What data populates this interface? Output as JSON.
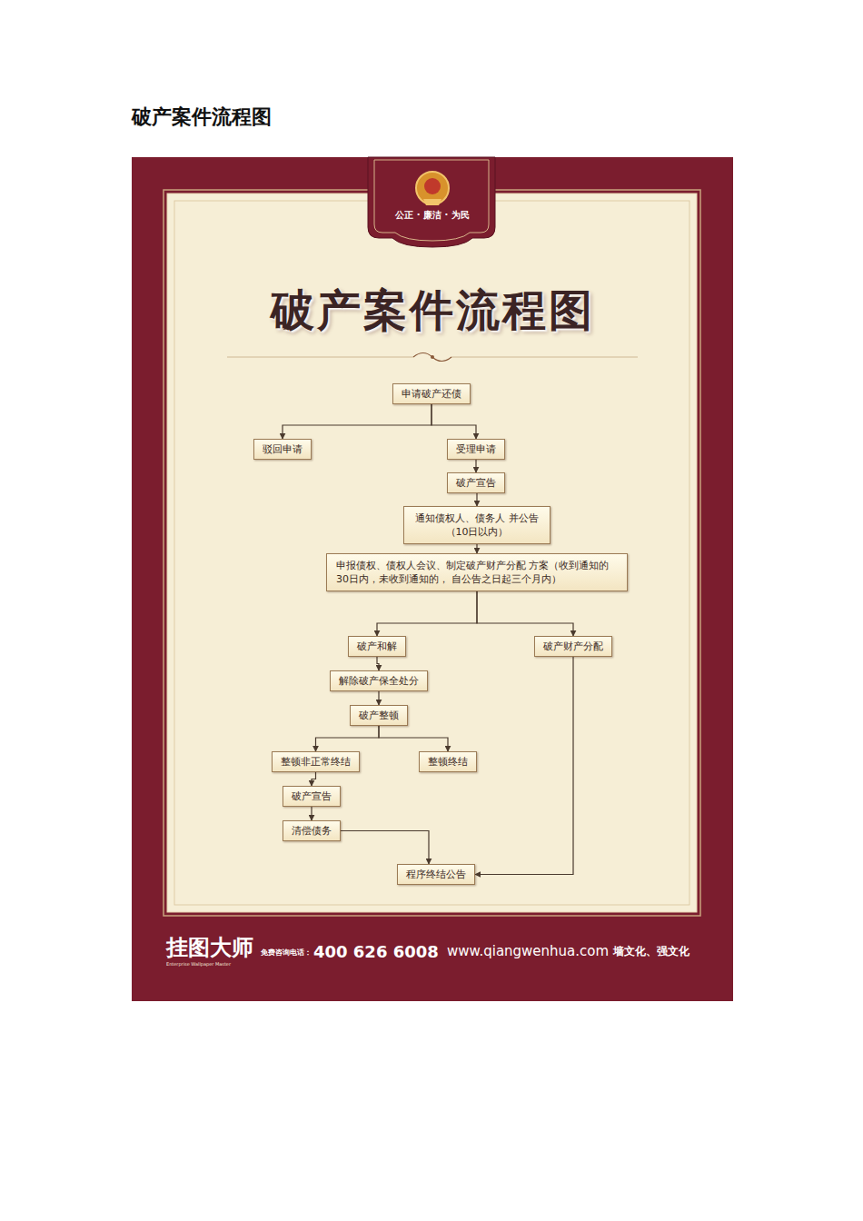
{
  "diagram": {
    "title": "破产案件流程图",
    "nodes": [
      {
        "text": [
          "申请破产还债"
        ]
      },
      {
        "text": [
          "驳回申请"
        ]
      },
      {
        "text": [
          "受理申请"
        ]
      },
      {
        "text": [
          "破产宣告"
        ]
      },
      {
        "text": [
          "通知债权人、债务人 并公告（10日以内）"
        ]
      },
      {
        "text": [
          "申报债权、债权人会议、制定破产财产分配 方案（收到通知的30日内，未收到通知的， 自公告之日起三个月内）"
        ]
      },
      {
        "text": [
          "破产和解"
        ]
      },
      {
        "text": [
          "破产财产分配"
        ]
      },
      {
        "text": [
          "解除破产保全处分"
        ]
      },
      {
        "text": [
          "破产整顿"
        ]
      },
      {
        "text": [
          "整顿非正常终结"
        ]
      },
      {
        "text": [
          "整顿终结"
        ]
      },
      {
        "text": [
          "破产宣告"
        ]
      },
      {
        "text": [
          "清偿债务"
        ]
      },
      {
        "text": [
          "程序终结公告"
        ]
      }
    ],
    "edges": [
      {
        "from": 0,
        "to": 1,
        "arrow": "to"
      },
      {
        "from": 0,
        "to": 2,
        "arrow": "to"
      },
      {
        "from": 2,
        "to": 3,
        "arrow": "to"
      },
      {
        "from": 3,
        "to": 4,
        "arrow": "to"
      },
      {
        "from": 4,
        "to": 5,
        "arrow": "to"
      },
      {
        "from": 5,
        "to": 6,
        "arrow": "to"
      },
      {
        "from": 5,
        "to": 7,
        "arrow": "to"
      },
      {
        "from": 6,
        "to": 8,
        "arrow": "to"
      },
      {
        "from": 8,
        "to": 9,
        "arrow": "to"
      },
      {
        "from": 9,
        "to": 10,
        "arrow": "to"
      },
      {
        "from": 9,
        "to": 11,
        "arrow": "to"
      },
      {
        "from": 10,
        "to": 12,
        "arrow": "to"
      },
      {
        "from": 12,
        "to": 13,
        "arrow": "to"
      },
      {
        "from": 13,
        "to": 14,
        "arrow": "to"
      },
      {
        "from": 7,
        "to": 14,
        "arrow": "to"
      }
    ],
    "labels": [
      "公正 · 廉洁 · 为民",
      "破产案件流程图",
      "挂图大师",
      "Enterprise Wallpaper Master",
      "免费咨询电话：",
      "400 626 6008",
      "www.qiangwenhua.com",
      "墙文化、强文化"
    ]
  }
}
